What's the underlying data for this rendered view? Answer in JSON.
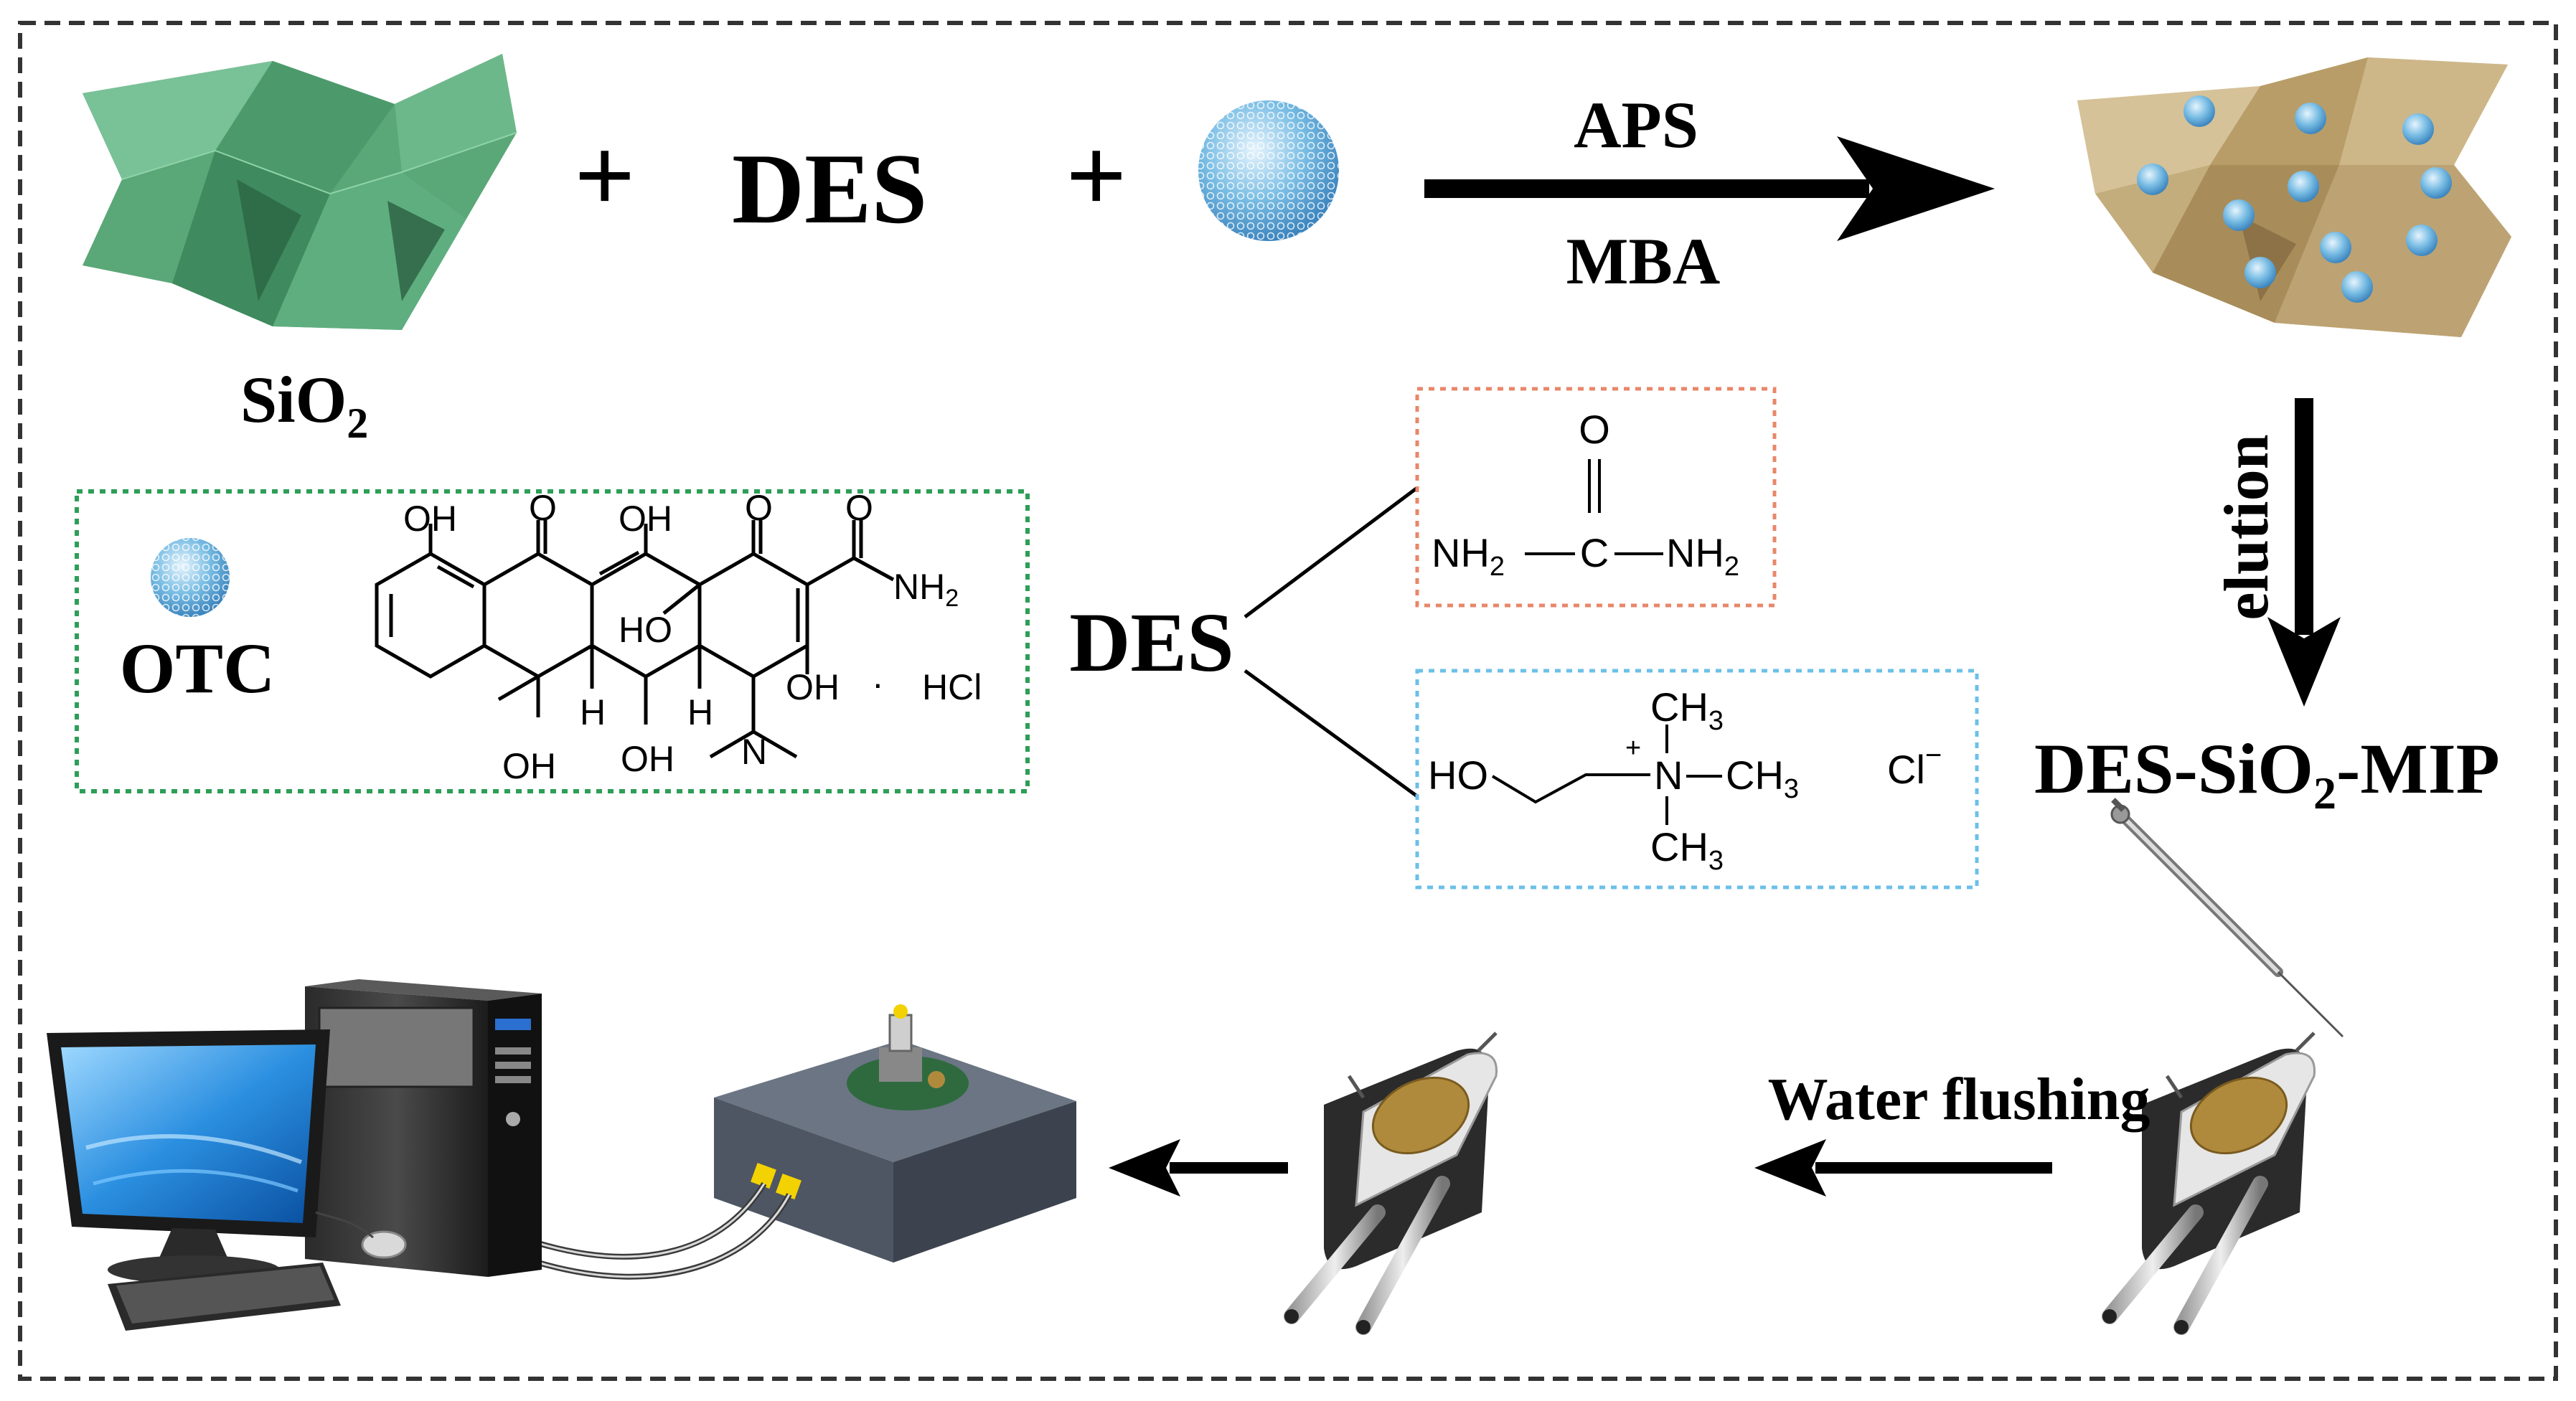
{
  "reactants": {
    "silica_label": "SiO",
    "silica_subscript": "2",
    "plus_1": "+",
    "des_label": "DES",
    "plus_2": "+"
  },
  "reaction_arrow": {
    "top_label": "APS",
    "bottom_label": "MBA"
  },
  "elution_arrow": {
    "label": "elution"
  },
  "product": {
    "label_part1": "DES-SiO",
    "label_subscript": "2",
    "label_part2": "-MIP"
  },
  "otc_box": {
    "label": "OTC",
    "oh_1": "OH",
    "o_1": "O",
    "oh_2": "OH",
    "o_2": "O",
    "o_3": "O",
    "nh2": "NH",
    "nh2_sub": "2",
    "ho": "HO",
    "oh_3": "OH",
    "dot": "·",
    "hcl": "HCl",
    "h_1": "H",
    "h_2": "H",
    "n": "N",
    "oh_4": "OH",
    "oh_5": "OH"
  },
  "des_components": {
    "des_label": "DES",
    "urea": {
      "o": "O",
      "left_nh": "NH",
      "left_sub": "2",
      "c": "C",
      "right_nh": "NH",
      "right_sub": "2"
    },
    "choline": {
      "ho": "HO",
      "plus": "+",
      "n": "N",
      "ch3_top": "CH",
      "ch3_top_sub": "3",
      "ch3_right": "CH",
      "ch3_right_sub": "3",
      "ch3_bottom": "CH",
      "ch3_bottom_sub": "3",
      "cl": "Cl",
      "minus": "−"
    }
  },
  "bottom_flow": {
    "water_label": "Water flushing"
  },
  "colors": {
    "silica_green": "#5aa777",
    "silica_tan": "#c4ad7c",
    "sphere_blue": "#6aaed6",
    "otc_box_border": "#2e9e57",
    "urea_box_border": "#e8876a",
    "choline_box_border": "#6cc0e8",
    "electrode_gold": "#b08a3c"
  }
}
